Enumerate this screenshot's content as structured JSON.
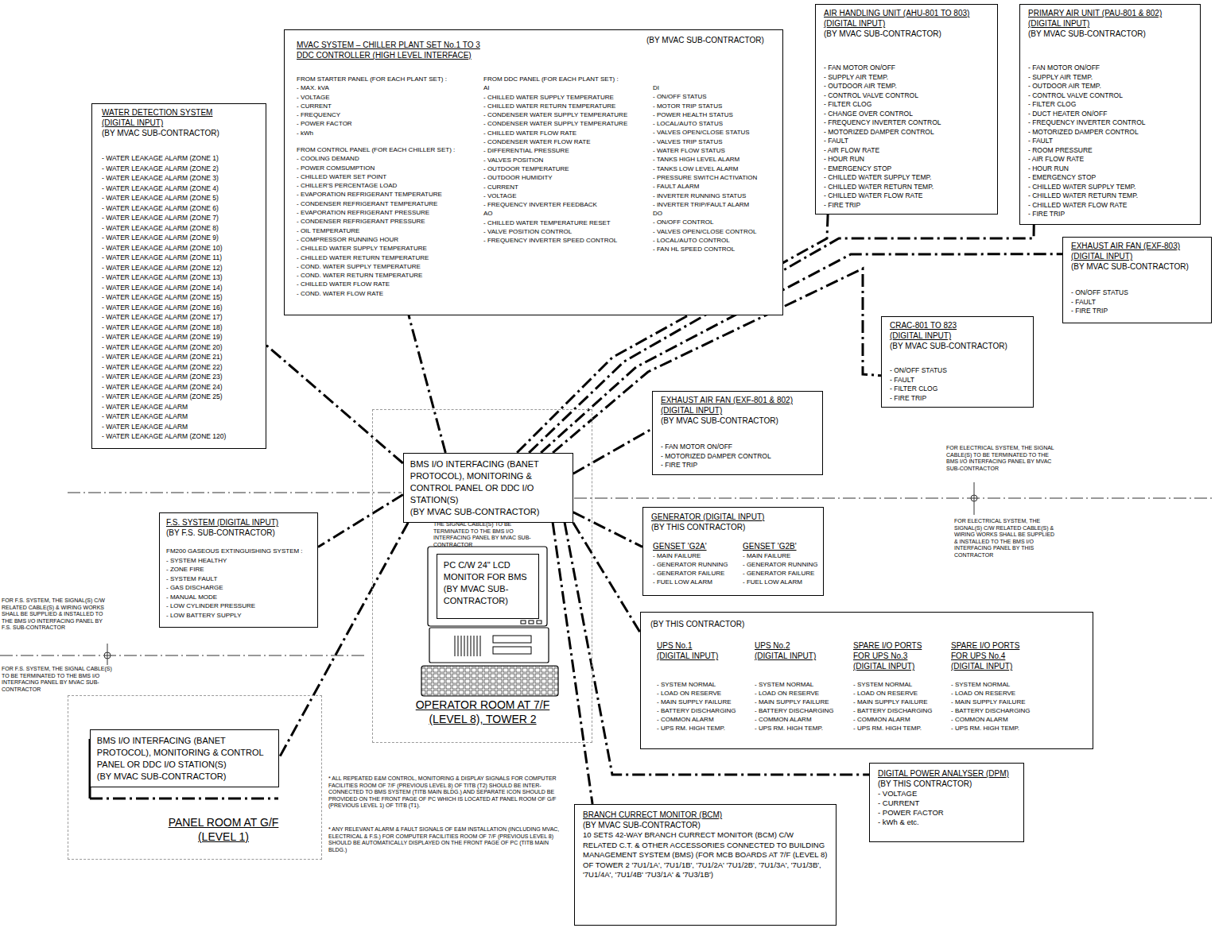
{
  "diagram": {
    "nodes": [
      {
        "text": [
          "WATER DETECTION SYSTEM",
          "(DIGITAL INPUT)",
          "(BY MVAC SUB-CONTRACTOR)",
          "- WATER LEAKAGE ALARM (ZONE 1)",
          "- WATER LEAKAGE ALARM (ZONE 2)",
          "- WATER LEAKAGE ALARM (ZONE 3)",
          "- WATER LEAKAGE ALARM (ZONE 4)",
          "- WATER LEAKAGE ALARM (ZONE 5)",
          "- WATER LEAKAGE ALARM (ZONE 6)",
          "- WATER LEAKAGE ALARM (ZONE 7)",
          "- WATER LEAKAGE ALARM (ZONE 8)",
          "- WATER LEAKAGE ALARM (ZONE 9)",
          "- WATER LEAKAGE ALARM (ZONE 10)",
          "- WATER LEAKAGE ALARM (ZONE 11)",
          "- WATER LEAKAGE ALARM (ZONE 12)",
          "- WATER LEAKAGE ALARM (ZONE 13)",
          "- WATER LEAKAGE ALARM (ZONE 14)",
          "- WATER LEAKAGE ALARM (ZONE 15)",
          "- WATER LEAKAGE ALARM (ZONE 16)",
          "- WATER LEAKAGE ALARM (ZONE 17)",
          "- WATER LEAKAGE ALARM (ZONE 18)",
          "- WATER LEAKAGE ALARM (ZONE 19)",
          "- WATER LEAKAGE ALARM (ZONE 20)",
          "- WATER LEAKAGE ALARM (ZONE 21)",
          "- WATER LEAKAGE ALARM (ZONE 22)",
          "- WATER LEAKAGE ALARM (ZONE 23)",
          "- WATER LEAKAGE ALARM (ZONE 24)",
          "- WATER LEAKAGE ALARM (ZONE 25)",
          "- WATER LEAKAGE ALARM",
          "- WATER LEAKAGE ALARM",
          "- WATER LEAKAGE ALARM",
          "- WATER LEAKAGE ALARM (ZONE 120)"
        ]
      },
      {
        "text": [
          "MVAC SYSTEM – CHILLER PLANT SET No.1 TO 3",
          "DDC CONTROLLER (HIGH LEVEL INTERFACE)",
          "(BY MVAC SUB-CONTRACTOR)",
          "FROM STARTER PANEL (FOR EACH PLANT SET) :",
          "- MAX. kVA",
          "- VOLTAGE",
          "- CURRENT",
          "- FREQUENCY",
          "- POWER FACTOR",
          "- kWh",
          "FROM CONTROL PANEL (FOR EACH CHILLER SET) :",
          "- COOLING DEMAND",
          "- POWER COMSUMPTION",
          "- CHILLED WATER SET POINT",
          "- CHILLER'S PERCENTAGE LOAD",
          "- EVAPORATION REFRIGERANT TEMPERATURE",
          "- CONDENSER REFRIGERANT TEMPERATURE",
          "- EVAPORATION REFRIGERANT PRESSURE",
          "- CONDENSER REFRIGERANT PRESSURE",
          "- OIL TEMPERATURE",
          "- COMPRESSOR RUNNING HOUR",
          "- CHILLED WATER SUPPLY TEMPERATURE",
          "- CHILLED WATER RETURN TEMPERATURE",
          "- COND. WATER SUPPLY TEMPERATURE",
          "- COND. WATER RETURN TEMPERATURE",
          "- CHILLED WATER FLOW RATE",
          "- COND. WATER FLOW RATE",
          "FROM DDC PANEL (FOR EACH PLANT SET) :",
          "AI",
          "- CHILLED WATER SUPPLY TEMPERATURE",
          "- CHILLED WATER RETURN TEMPERATURE",
          "- CONDENSER WATER SUPPLY TEMPERATURE",
          "- CONDENSER WATER SUPPLY TEMPERATURE",
          "- CHILLED WATER FLOW RATE",
          "- CONDENSER WATER FLOW RATE",
          "- DIFFERENTIAL PRESSURE",
          "- VALVES POSITION",
          "- OUTDOOR TEMPERATURE",
          "- OUTDOOR HUMIDITY",
          "- CURRENT",
          "- VOLTAGE",
          "- FREQUENCY INVERTER FEEDBACK",
          "AO",
          "- CHILLED WATER TEMPERATURE RESET",
          "- VALVE POSITION CONTROL",
          "- FREQUENCY INVERTER SPEED CONTROL",
          "DI",
          "- ON/OFF STATUS",
          "- MOTOR TRIP STATUS",
          "- POWER HEALTH STATUS",
          "- LOCAL/AUTO STATUS",
          "- VALVES OPEN/CLOSE STATUS",
          "- VALVES TRIP STATUS",
          "- WATER FLOW STATUS",
          "- TANKS HIGH LEVEL ALARM",
          "- TANKS LOW LEVEL ALARM",
          "- PRESSURE SWITCH ACTIVATION",
          "- FAULT ALARM",
          "- INVERTER RUNNING STATUS",
          "- INVERTER TRIP/FAULT ALARM",
          "DO",
          "- ON/OFF CONTROL",
          "- VALVES OPEN/CLOSE CONTROL",
          "- LOCAL/AUTO CONTROL",
          "- FAN HL SPEED CONTROL"
        ]
      },
      {
        "text": [
          "AIR HANDLING UNIT (AHU-801 TO 803)",
          "(DIGITAL INPUT)",
          "(BY MVAC SUB-CONTRACTOR)",
          "- FAN MOTOR ON/OFF",
          "- SUPPLY AIR TEMP.",
          "- OUTDOOR AIR TEMP.",
          "- CONTROL VALVE CONTROL",
          "- FILTER CLOG",
          "- CHANGE OVER CONTROL",
          "- FREQUENCY INVERTER CONTROL",
          "- MOTORIZED DAMPER CONTROL",
          "- FAULT",
          "- AIR FLOW RATE",
          "- HOUR RUN",
          "- EMERGENCY STOP",
          "- CHILLED WATER SUPPLY TEMP.",
          "- CHILLED WATER RETURN TEMP.",
          "- CHILLED WATER FLOW RATE",
          "- FIRE TRIP"
        ]
      },
      {
        "text": [
          "PRIMARY AIR UNIT (PAU-801 & 802)",
          "(DIGITAL INPUT)",
          "(BY MVAC SUB-CONTRACTOR)",
          "- FAN MOTOR ON/OFF",
          "- SUPPLY AIR TEMP.",
          "- OUTDOOR AIR TEMP.",
          "- CONTROL VALVE CONTROL",
          "- FILTER CLOG",
          "- DUCT HEATER ON/OFF",
          "- FREQUENCY INVERTER CONTROL",
          "- MOTORIZED DAMPER CONTROL",
          "- FAULT",
          "- ROOM PRESSURE",
          "- AIR FLOW RATE",
          "- HOUR RUN",
          "- EMERGENCY STOP",
          "- CHILLED WATER SUPPLY TEMP.",
          "- CHILLED WATER RETURN TEMP.",
          "- CHILLED WATER FLOW RATE",
          "- FIRE TRIP"
        ]
      },
      {
        "text": [
          "EXHAUST AIR FAN (EXF-803)",
          "(DIGITAL INPUT)",
          "(BY MVAC SUB-CONTRACTOR)",
          "- ON/OFF STATUS",
          "- FAULT",
          "- FIRE TRIP"
        ]
      },
      {
        "text": [
          "CRAC-801 TO 823",
          "(DIGITAL INPUT)",
          "(BY MVAC SUB-CONTRACTOR)",
          "- ON/OFF STATUS",
          "- FAULT",
          "- FILTER CLOG",
          "- FIRE TRIP"
        ]
      },
      {
        "text": [
          "EXHAUST AIR FAN (EXF-801 & 802)",
          "(DIGITAL INPUT)",
          "(BY MVAC SUB-CONTRACTOR)",
          "- FAN MOTOR ON/OFF",
          "- MOTORIZED DAMPER CONTROL",
          "- FIRE TRIP"
        ]
      },
      {
        "text": [
          "OPERATOR ROOM AT 7/F (LEVEL 8), TOWER 2"
        ]
      },
      {
        "text": [
          "BMS I/O INTERFACING (BANET PROTOCOL), MONITORING & CONTROL PANEL OR DDC I/O STATION(S)",
          "(BY MVAC SUB-CONTRACTOR)"
        ],
        "in": 7
      },
      {
        "text": [
          "PC C/W 24\" LCD MONITOR FOR BMS",
          "(BY MVAC SUB-CONTRACTOR)"
        ],
        "in": 7
      },
      {
        "text": [
          "GENERATOR (DIGITAL INPUT)",
          "(BY THIS CONTRACTOR)",
          "GENSET 'G2A'",
          "- MAIN FAILURE",
          "- GENERATOR RUNNING",
          "- GENERATOR FAILURE",
          "- FUEL LOW ALARM",
          "GENSET 'G2B'",
          "- MAIN FAILURE",
          "- GENERATOR RUNNING",
          "- GENERATOR FAILURE",
          "- FUEL LOW ALARM"
        ]
      },
      {
        "text": [
          "(BY THIS CONTRACTOR)",
          "UPS No.1",
          "(DIGITAL INPUT)",
          "- SYSTEM NORMAL",
          "- LOAD ON RESERVE",
          "- MAIN SUPPLY FAILURE",
          "- BATTERY DISCHARGING",
          "- COMMON ALARM",
          "- UPS RM. HIGH TEMP.",
          "UPS No.2",
          "(DIGITAL INPUT)",
          "- SYSTEM NORMAL",
          "- LOAD ON RESERVE",
          "- MAIN SUPPLY FAILURE",
          "- BATTERY DISCHARGING",
          "- COMMON ALARM",
          "- UPS RM. HIGH TEMP.",
          "SPARE I/O PORTS FOR UPS No.3",
          "(DIGITAL INPUT)",
          "- SYSTEM NORMAL",
          "- LOAD ON RESERVE",
          "- MAIN SUPPLY FAILURE",
          "- BATTERY DISCHARGING",
          "- COMMON ALARM",
          "- UPS RM. HIGH TEMP.",
          "SPARE I/O PORTS FOR UPS No.4",
          "(DIGITAL INPUT)",
          "- SYSTEM NORMAL",
          "- LOAD ON RESERVE",
          "- MAIN SUPPLY FAILURE",
          "- BATTERY DISCHARGING",
          "- COMMON ALARM",
          "- UPS RM. HIGH TEMP."
        ]
      },
      {
        "text": [
          "DIGITAL POWER ANALYSER (DPM)",
          "(BY THIS CONTRACTOR)",
          "- VOLTAGE",
          "- CURRENT",
          "- POWER FACTOR",
          "- kWh & etc."
        ]
      },
      {
        "text": [
          "BRANCH CURRECT MONITOR (BCM)",
          "(BY MVAC SUB-CONTRACTOR)",
          "10 SETS 42-WAY BRANCH CURRECT MONITOR (BCM) C/W RELATED C.T. & OTHER ACCESSORIES CONNECTED TO BUILDING MANAGEMENT SYSTEM (BMS) (FOR MCB BOARDS AT 7/F (LEVEL 8) OF TOWER 2 '7U1/1A', '7U1/1B', '7U1/2A' '7U1/2B', '7U1/3A', '7U1/3B', '7U1/4A', '7U1/4B' '7U3/1A' & '7U3/1B')"
        ]
      },
      {
        "text": [
          "F.S. SYSTEM (DIGITAL INPUT)",
          "(BY F.S. SUB-CONTRACTOR)",
          "FM200 GASEOUS EXTINGUISHING SYSTEM :",
          "- SYSTEM HEALTHY",
          "- ZONE FIRE",
          "- SYSTEM FAULT",
          "- GAS DISCHARGE",
          "- MANUAL MODE",
          "- LOW CYLINDER PRESSURE",
          "- LOW BATTERY SUPPLY"
        ]
      },
      {
        "text": [
          "PANEL ROOM AT G/F (LEVEL 1)"
        ]
      },
      {
        "text": [
          "BMS I/O INTERFACING (BANET PROTOCOL), MONITORING & CONTROL PANEL OR DDC I/O STATION(S)",
          "(BY MVAC SUB-CONTRACTOR)"
        ],
        "in": 15
      }
    ],
    "edges": [
      {
        "from": 8,
        "to": 0,
        "arrow": "none"
      },
      {
        "from": 8,
        "to": 1,
        "arrow": "none"
      },
      {
        "from": 8,
        "to": 2,
        "arrow": "none"
      },
      {
        "from": 8,
        "to": 3,
        "arrow": "none"
      },
      {
        "from": 8,
        "to": 4,
        "arrow": "none"
      },
      {
        "from": 8,
        "to": 5,
        "arrow": "none"
      },
      {
        "from": 8,
        "to": 6,
        "arrow": "none"
      },
      {
        "from": 8,
        "to": 10,
        "arrow": "none"
      },
      {
        "from": 8,
        "to": 11,
        "arrow": "none"
      },
      {
        "from": 8,
        "to": 12,
        "arrow": "none"
      },
      {
        "from": 8,
        "to": 13,
        "arrow": "none"
      },
      {
        "from": 8,
        "to": 14,
        "arrow": "none"
      },
      {
        "from": 8,
        "to": 16,
        "arrow": "none"
      }
    ],
    "labels": [
      "FOR ELECTRICAL SYSTEM, THE SIGNAL CABLE(S) TO BE TERMINATED TO THE BMS I/O INTERFACING PANEL BY MVAC SUB-CONTRACTOR",
      "FOR ELECTRICAL SYSTEM, THE SIGNAL(S) C/W RELATED CABLE(S) & WIRING WORKS SHALL BE SUPPLIED & INSTALLED TO THE BMS I/O INTERFACING PANEL BY THIS CONTRACTOR",
      "THE SIGNAL CABLE(S) TO BE TERMINATED TO THE BMS I/O INTERFACING PANEL BY MVAC SUB-CONTRACTOR",
      "FOR F.S. SYSTEM, THE SIGNAL(S) C/W RELATED CABLE(S) & WIRING WORKS SHALL BE SUPPLIED & INSTALLED TO THE BMS I/O INTERFACING PANEL BY F.S. SUB-CONTRACTOR",
      "FOR F.S. SYSTEM, THE SIGNAL CABLE(S) TO BE TERMINATED TO THE BMS I/O INTERFACING PANEL BY MVAC SUB-CONTRACTOR",
      "* ALL REPEATED E&M CONTROL, MONITORING & DISPLAY SIGNALS FOR COMPUTER FACILITIES ROOM OF 7/F (PREVIOUS LEVEL 8) OF TITB (T2) SHOULD BE INTER-CONNECTED TO BMS SYSTEM (TITB MAIN BLDG.) AND SEPARATE ICON SHOULD BE PROVIDED ON THE FRONT PAGE OF PC WHICH IS LOCATED AT PANEL ROOM OF G/F (PREVIOUS LEVEL 1) OF TITB (T1).",
      "* ANY RELEVANT ALARM & FAULT SIGNALS OF E&M INSTALLATION (INCLUDING MVAC, ELECTRICAL & F.S.) FOR COMPUTER FACILITIES ROOM OF 7/F (PREVIOUS LEVEL 8) SHOULD BE AUTOMATICALLY DISPLAYED ON THE FRONT PAGE OF PC (TITB MAIN BLDG.)"
    ]
  }
}
